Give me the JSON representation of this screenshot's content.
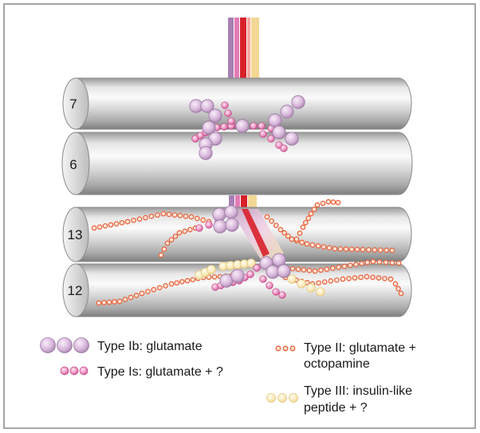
{
  "muscles": [
    {
      "label": "7"
    },
    {
      "label": "6"
    },
    {
      "label": "13"
    },
    {
      "label": "12"
    }
  ],
  "legend": {
    "type_ib": {
      "text": "Type Ib: glutamate"
    },
    "type_is": {
      "text": "Type Is: glutamate + ?"
    },
    "type_ii": {
      "lines": [
        "Type II: glutamate +",
        "octopamine"
      ]
    },
    "type_iii": {
      "lines": [
        "Type III: insulin-like",
        "peptide + ?"
      ]
    }
  },
  "colors": {
    "type_ib": "#d9b8dc",
    "type_is": "#e27cb4",
    "type_ii": "#e8653f",
    "type_iii": "#f7e2a6",
    "nerve_ib": "#a87fb2",
    "nerve_is": "#d35a9e",
    "nerve_ii": "#d8202a",
    "nerve_iii": "#f3d894",
    "muscle_body": "#c8c8c8",
    "frame": "#6a6a6a"
  }
}
